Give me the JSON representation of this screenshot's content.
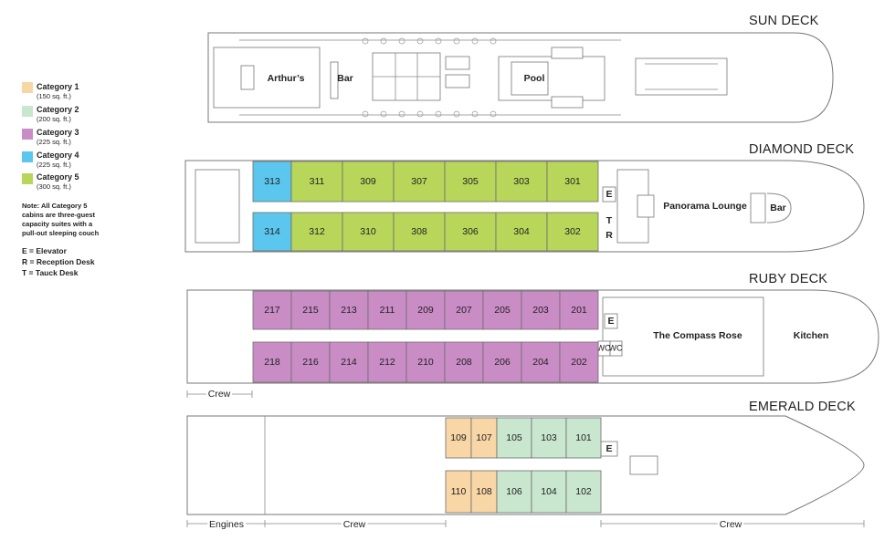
{
  "legend": {
    "categories": [
      {
        "label": "Category 1",
        "size": "(150 sq. ft.)",
        "color": "#f8d6a6"
      },
      {
        "label": "Category 2",
        "size": "(200 sq. ft.)",
        "color": "#c9e6cf"
      },
      {
        "label": "Category 3",
        "size": "(225 sq. ft.)",
        "color": "#c98cc5"
      },
      {
        "label": "Category 4",
        "size": "(225 sq. ft.)",
        "color": "#5bc6ee"
      },
      {
        "label": "Category 5",
        "size": "(300 sq. ft.)",
        "color": "#b8d65a"
      }
    ],
    "note_lines": [
      "Note: All Category 5",
      "cabins are three-guest",
      "capacity suites with a",
      "pull-out sleeping couch"
    ],
    "keys": [
      "E = Elevator",
      "R = Reception Desk",
      "T = Tauck Desk"
    ]
  },
  "decks": {
    "sun": {
      "title": "SUN DECK",
      "arthurs": "Arthur’s",
      "bar": "Bar",
      "pool": "Pool"
    },
    "diamond": {
      "title": "DIAMOND DECK",
      "cabins_top": [
        "313",
        "311",
        "309",
        "307",
        "305",
        "303",
        "301"
      ],
      "cabins_bottom": [
        "314",
        "312",
        "310",
        "308",
        "306",
        "304",
        "302"
      ],
      "elevator": "E",
      "tauck": "T",
      "reception": "R",
      "lounge": "Panorama Lounge",
      "bar": "Bar"
    },
    "ruby": {
      "title": "RUBY DECK",
      "cabins_top": [
        "217",
        "215",
        "213",
        "211",
        "209",
        "207",
        "205",
        "203",
        "201"
      ],
      "cabins_bottom": [
        "218",
        "216",
        "214",
        "212",
        "210",
        "208",
        "206",
        "204",
        "202"
      ],
      "elevator": "E",
      "wc1": "WC",
      "wc2": "WC",
      "restaurant": "The Compass Rose",
      "kitchen": "Kitchen",
      "crew": "Crew"
    },
    "emerald": {
      "title": "EMERALD DECK",
      "cabins_top": [
        "109",
        "107",
        "105",
        "103",
        "101"
      ],
      "cabins_bottom": [
        "110",
        "108",
        "106",
        "104",
        "102"
      ],
      "elevator": "E",
      "engines": "Engines",
      "crew_mid": "Crew",
      "crew_right": "Crew"
    }
  }
}
